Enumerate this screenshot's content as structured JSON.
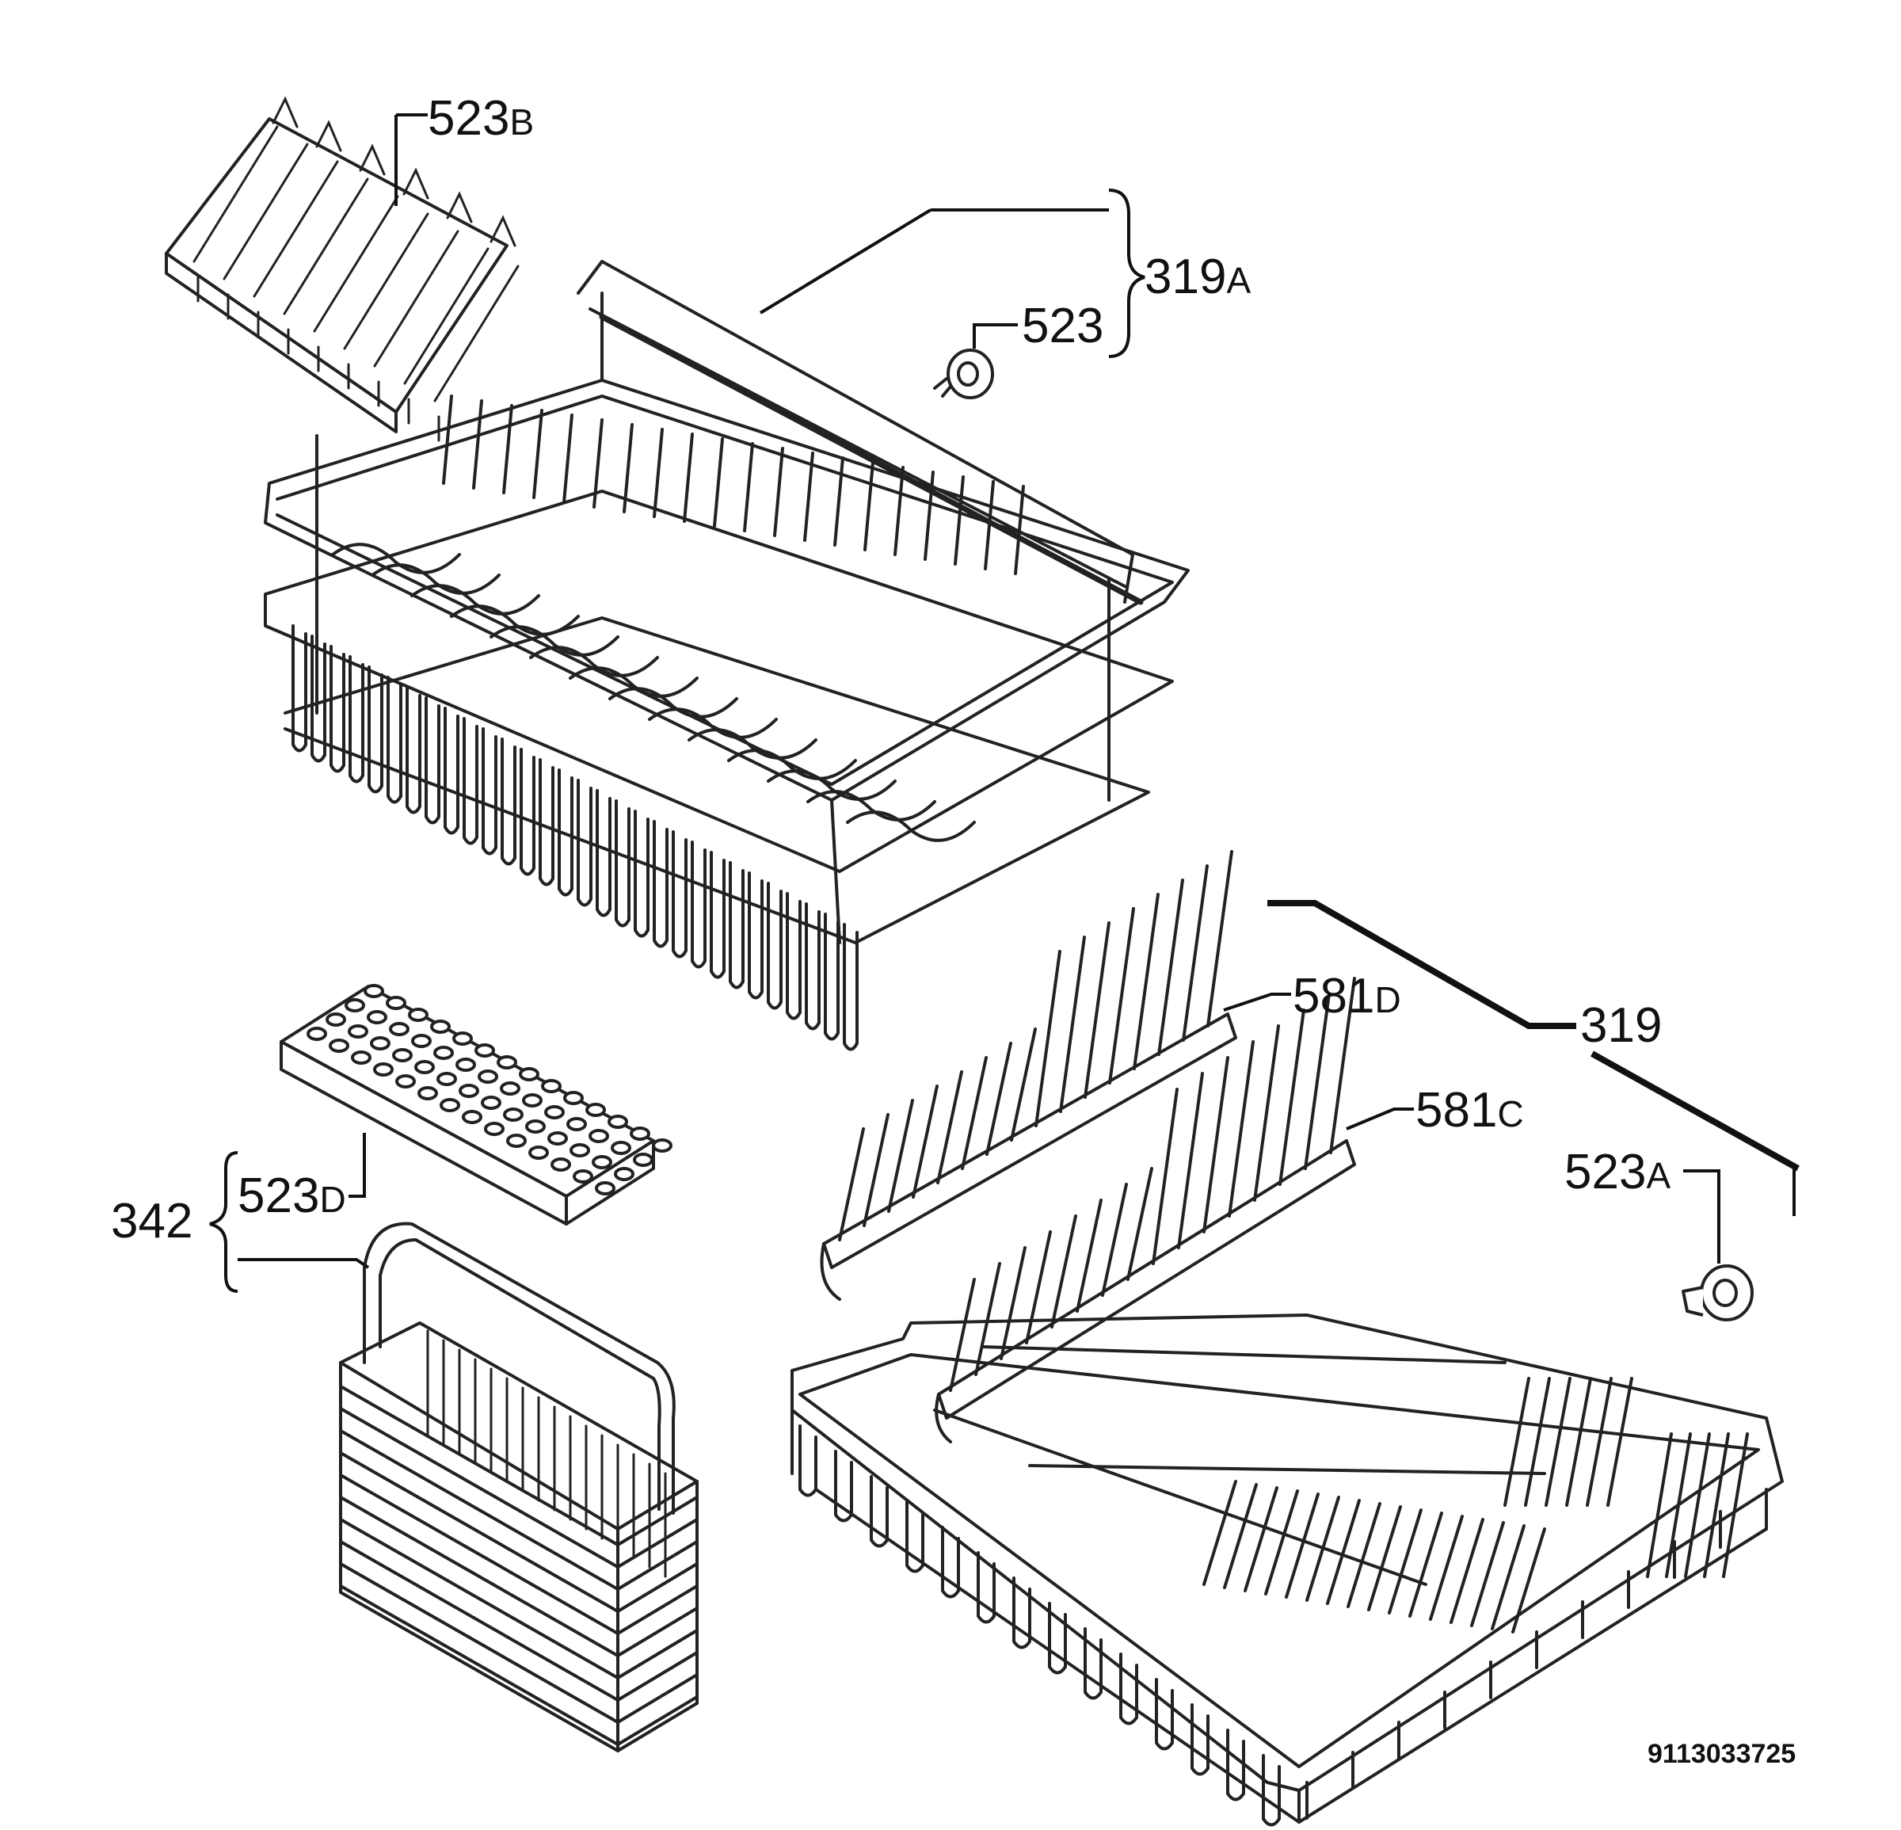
{
  "labels": {
    "l523B": {
      "num": "523",
      "suffix": "B"
    },
    "l319A": {
      "num": "319",
      "suffix": "A"
    },
    "l523": {
      "num": "523",
      "suffix": ""
    },
    "l581D": {
      "num": "581",
      "suffix": "D"
    },
    "l319": {
      "num": "319",
      "suffix": ""
    },
    "l581C": {
      "num": "581",
      "suffix": "C"
    },
    "l523A": {
      "num": "523",
      "suffix": "A"
    },
    "l523D": {
      "num": "523",
      "suffix": "D"
    },
    "l342": {
      "num": "342",
      "suffix": ""
    }
  },
  "diagram_code": "9113033725"
}
